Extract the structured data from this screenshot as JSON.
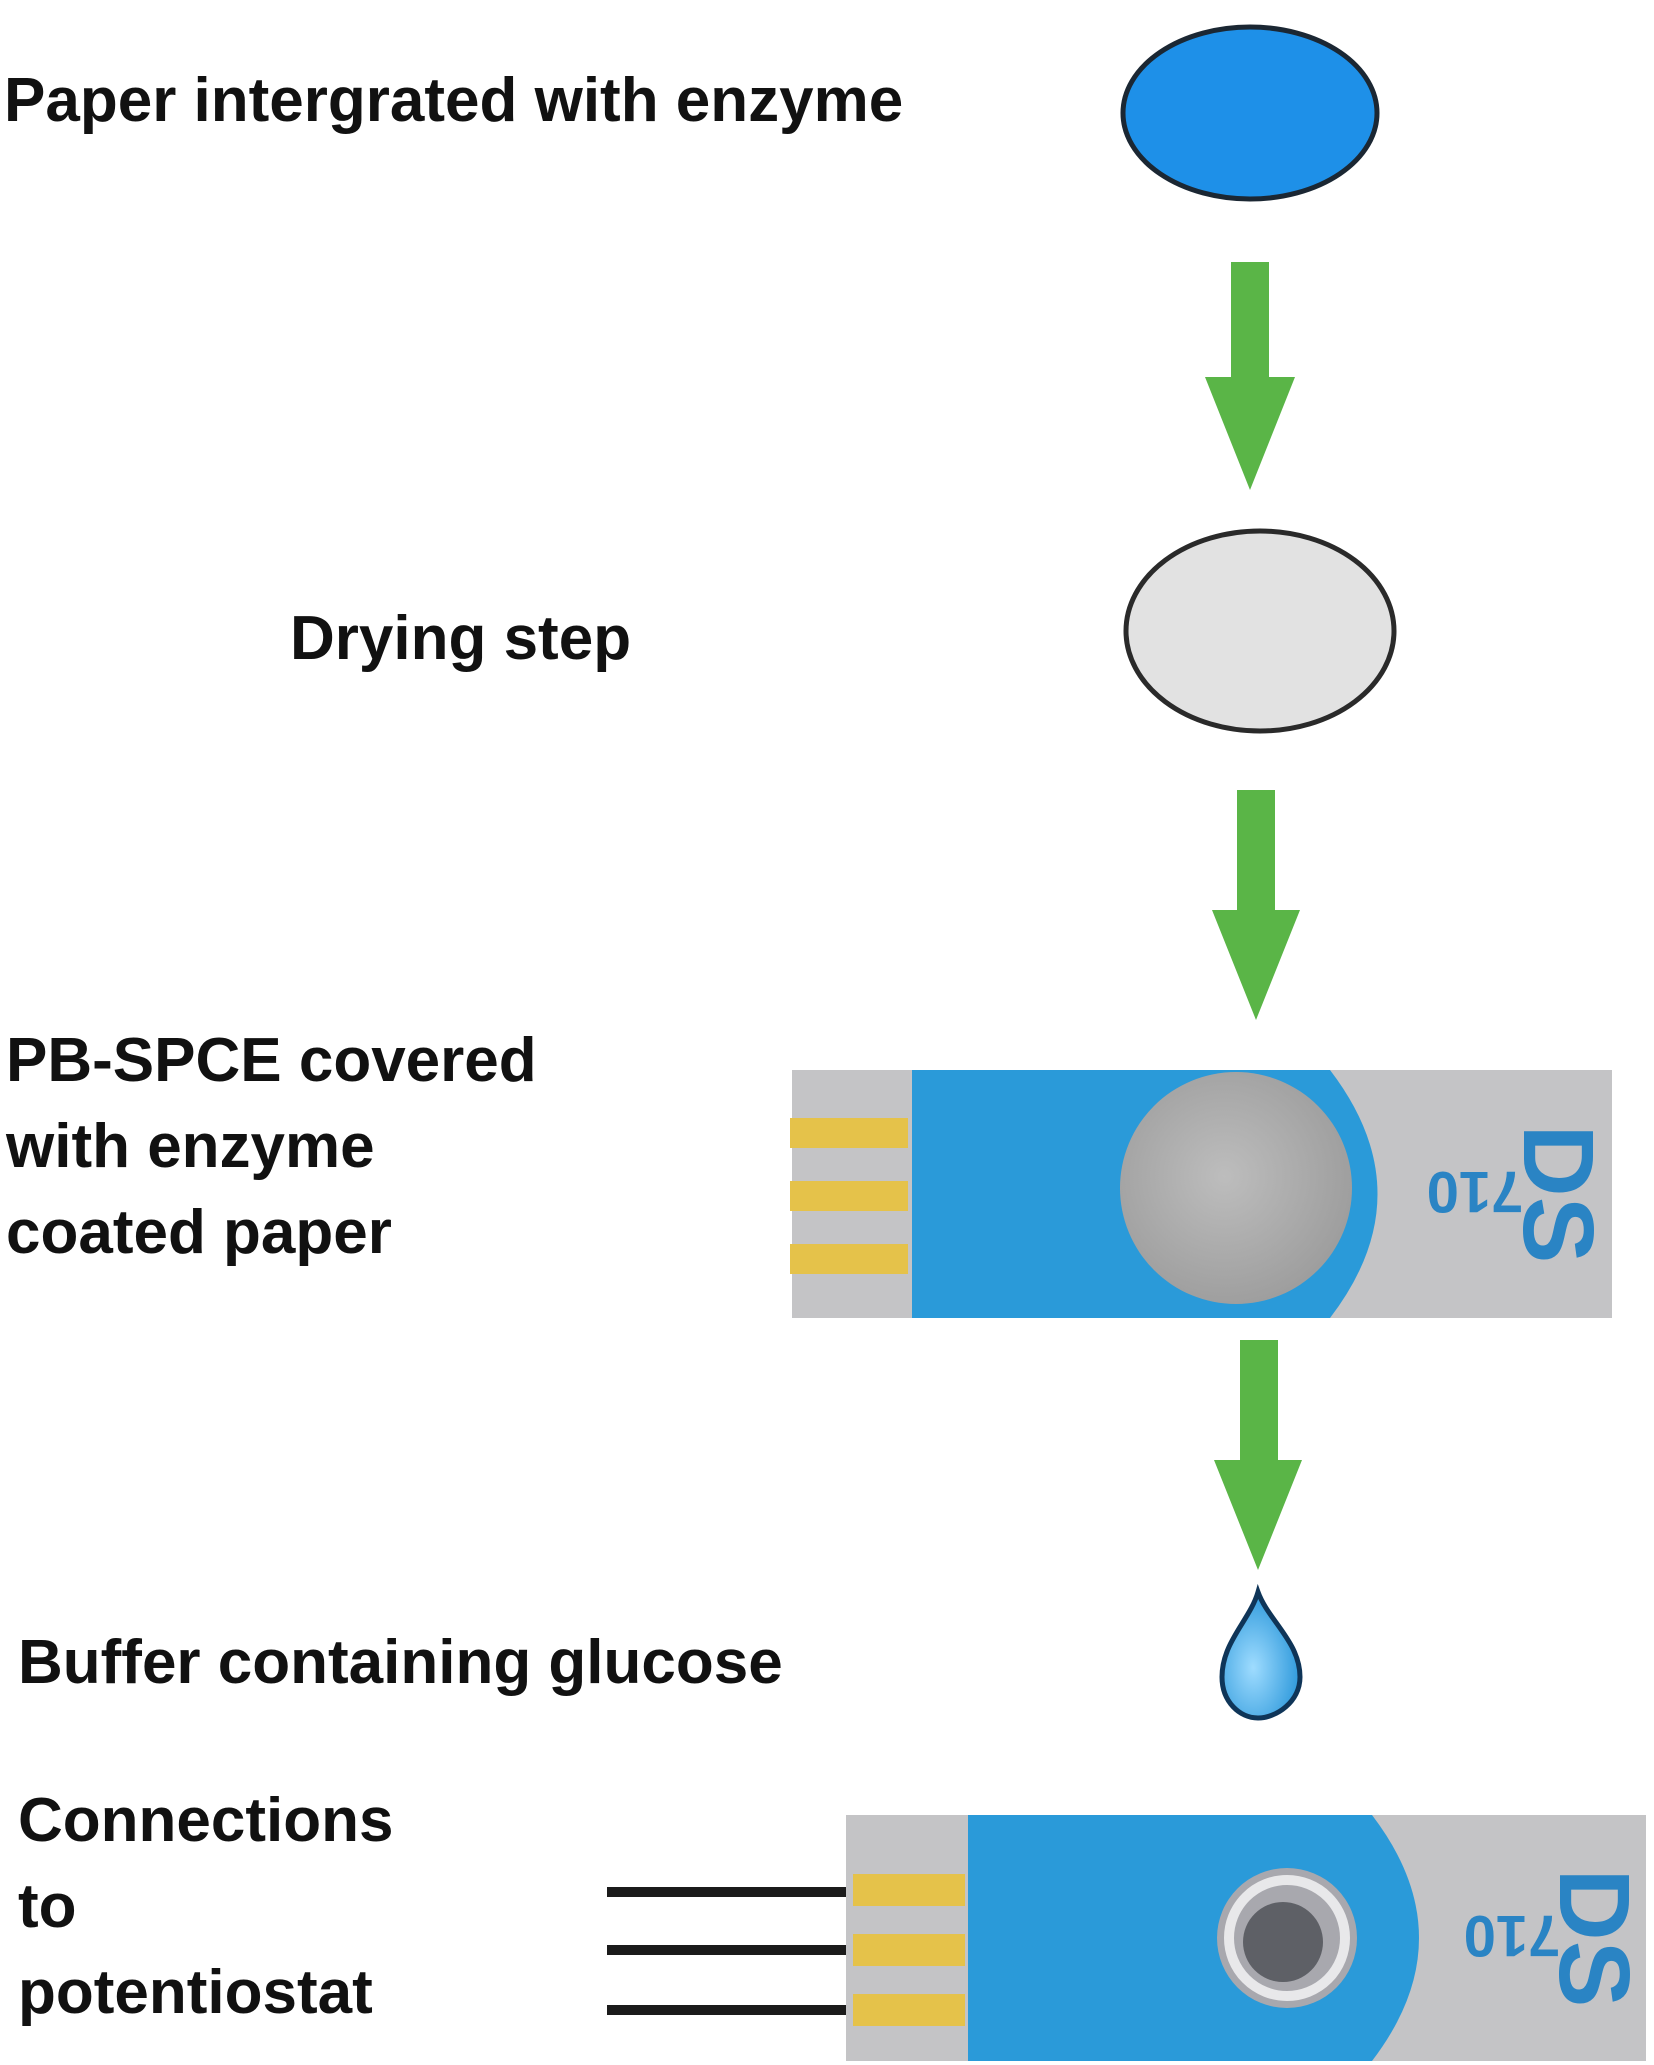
{
  "steps": {
    "paper": "Paper intergrated with enzyme",
    "drying": "Drying step",
    "covered": "PB-SPCE covered\nwith enzyme\ncoated paper",
    "buffer": "Buffer containing glucose",
    "connections": "Connections\nto\npotentiostat"
  },
  "electrode_print": {
    "brand": "DS",
    "model": "710"
  },
  "colors": {
    "enzyme_paper": "#1e90e8",
    "dried_paper": "#e2e2e2",
    "arrow": "#5ab547",
    "electrode_blue": "#2a9ad9",
    "electrode_substrate": "#c4c4c6",
    "contacts": "#e5c24a",
    "drop": "#36a9e6",
    "wires": "#1b1b1b"
  }
}
